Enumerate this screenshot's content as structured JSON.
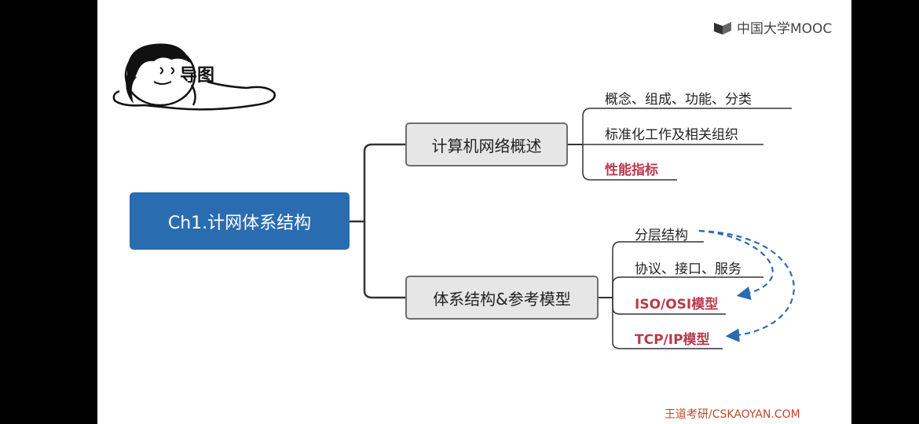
{
  "logo": {
    "text": "中国大学MOOC"
  },
  "mascot": {
    "label": "导图"
  },
  "root": {
    "label": "Ch1.计网体系结构"
  },
  "branches": [
    {
      "label": "计算机网络概述",
      "leaves": [
        {
          "label": "概念、组成、功能、分类",
          "highlight": false
        },
        {
          "label": "标准化工作及相关组织",
          "highlight": false
        },
        {
          "label": "性能指标",
          "highlight": true
        }
      ]
    },
    {
      "label": "体系结构&参考模型",
      "leaves": [
        {
          "label": "分层结构",
          "highlight": false
        },
        {
          "label": "协议、接口、服务",
          "highlight": false
        },
        {
          "label": "ISO/OSI模型",
          "highlight": true
        },
        {
          "label": "TCP/IP模型",
          "highlight": true
        }
      ]
    }
  ],
  "watermark": "王道考研/CSKAOYAN.COM",
  "colors": {
    "root": "#2a6cb0",
    "highlight": "#b83a4a",
    "arrow": "#2a6cb0",
    "branch_bg": "#e6e6e6"
  }
}
